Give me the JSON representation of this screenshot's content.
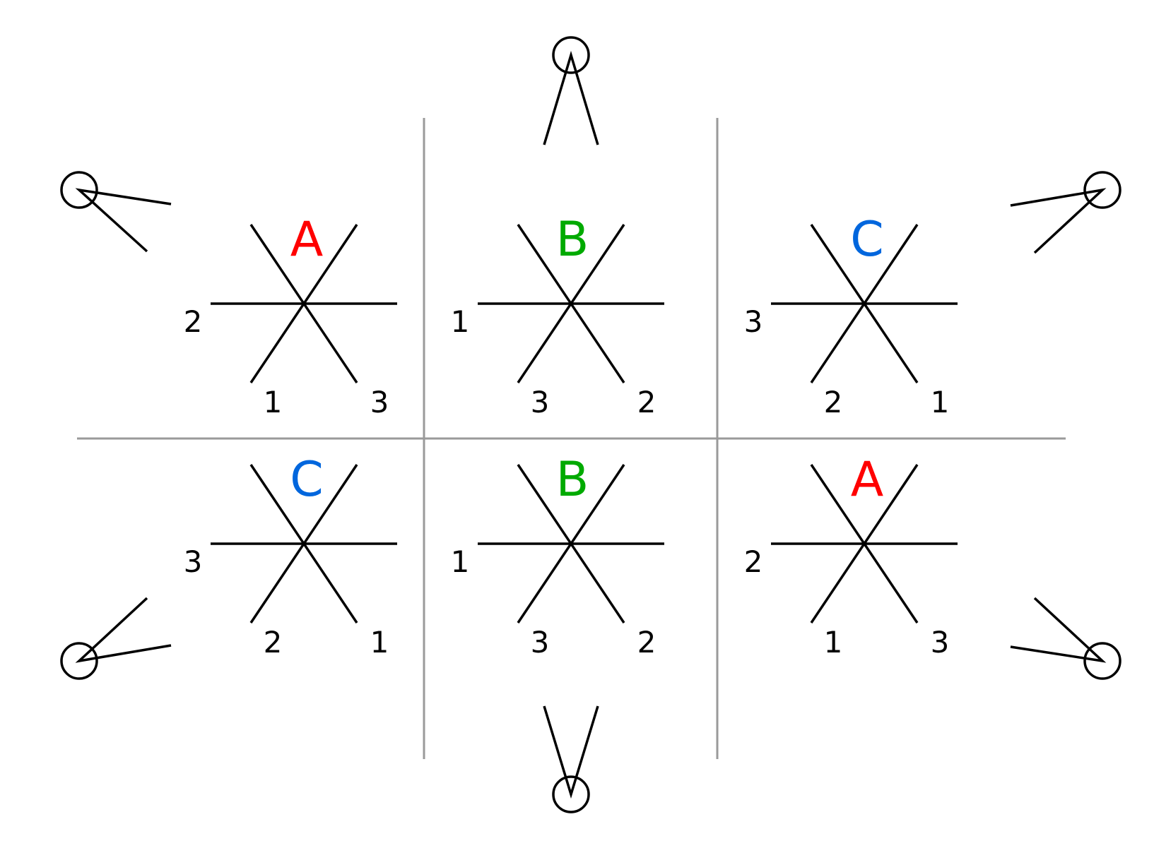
{
  "colors": {
    "A": "#ff0000",
    "B": "#00aa00",
    "C": "#0066dd",
    "grid": "#9a9a9a",
    "ink": "#000000"
  },
  "cells": [
    {
      "letter": "A",
      "labels": {
        "left": "2",
        "lower_left": "1",
        "lower_right": "3"
      }
    },
    {
      "letter": "B",
      "labels": {
        "left": "1",
        "lower_left": "3",
        "lower_right": "2"
      }
    },
    {
      "letter": "C",
      "labels": {
        "left": "3",
        "lower_left": "2",
        "lower_right": "1"
      }
    },
    {
      "letter": "C",
      "labels": {
        "left": "3",
        "lower_left": "2",
        "lower_right": "1"
      }
    },
    {
      "letter": "B",
      "labels": {
        "left": "1",
        "lower_left": "3",
        "lower_right": "2"
      }
    },
    {
      "letter": "A",
      "labels": {
        "left": "2",
        "lower_left": "1",
        "lower_right": "3"
      }
    }
  ],
  "observers": [
    {
      "position": "top"
    },
    {
      "position": "top-left"
    },
    {
      "position": "top-right"
    },
    {
      "position": "bottom-left"
    },
    {
      "position": "bottom-right"
    },
    {
      "position": "bottom"
    }
  ]
}
